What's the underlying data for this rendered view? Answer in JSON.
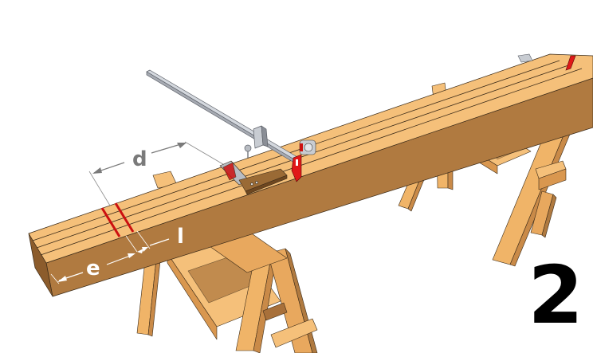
{
  "figure": {
    "step_number": "2",
    "description": "Marking a timber beam on sawhorses using a trammel / beam compass with square and tape measure",
    "labels": {
      "d": "d",
      "e": "e",
      "l": "l"
    },
    "colors": {
      "wood_top": "#f5c07a",
      "wood_side": "#b07a40",
      "wood_light": "#f0b468",
      "wood_shadow": "#a8703a",
      "outline": "#3a2a18",
      "mark_red": "#cc1010",
      "metal": "#c8ccd2",
      "metal_dark": "#8a8e96",
      "dimension_gray": "#7a7a7a",
      "dimension_white": "#ffffff",
      "square_blade": "#9a6a35"
    }
  }
}
